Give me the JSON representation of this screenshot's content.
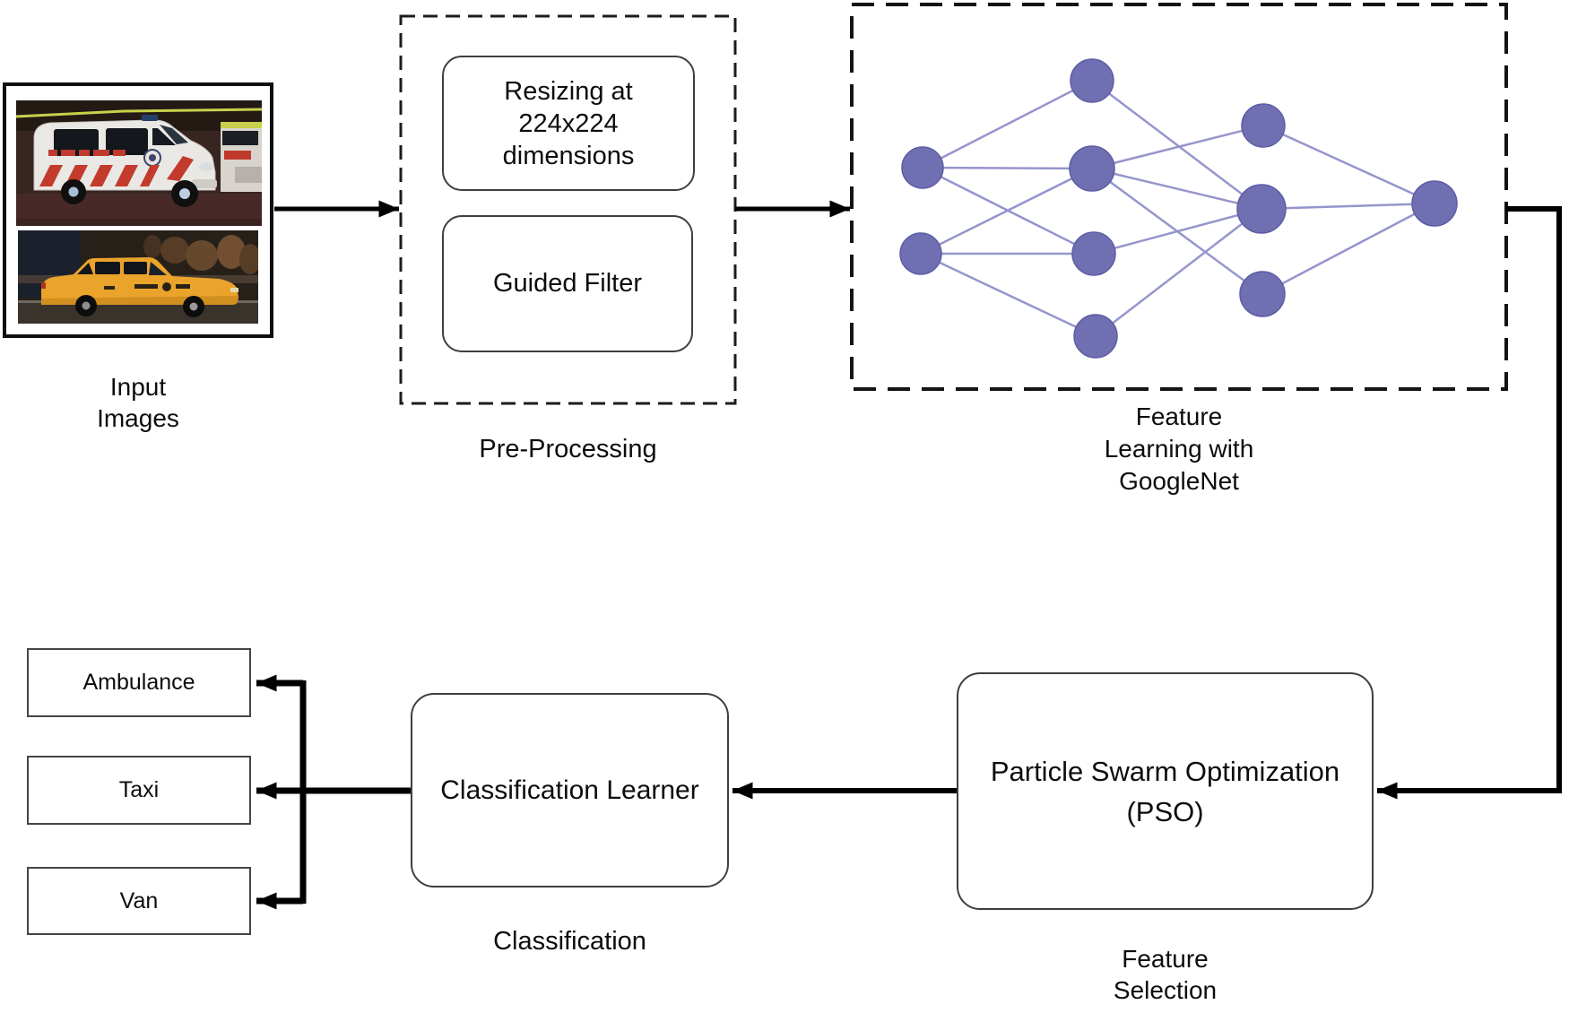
{
  "figure": {
    "title_semantic": "Vehicle classification pipeline diagram",
    "colors": {
      "node_fill": "#6f6fb2",
      "node_border": "#5d5da6",
      "network_edge": "#9595cd",
      "connector_line": "#000000",
      "box_border": "#3f3f3f",
      "text": "#0d0d0d"
    },
    "input": {
      "label": "Input\nImages",
      "photos": [
        "ambulance",
        "taxi"
      ]
    },
    "preprocessing": {
      "label": "Pre-Processing",
      "steps": [
        "Resizing at\n224x224\ndimensions",
        "Guided Filter"
      ]
    },
    "feature_learning": {
      "label": "Feature\nLearning with\nGoogleNet",
      "network_layers": [
        2,
        4,
        3,
        1
      ]
    },
    "feature_selection": {
      "box": "Particle Swarm Optimization\n(PSO)",
      "label": "Feature\nSelection"
    },
    "classification": {
      "box": "Classification Learner",
      "label": "Classification",
      "classes": [
        "Ambulance",
        "Taxi",
        "Van"
      ]
    }
  }
}
